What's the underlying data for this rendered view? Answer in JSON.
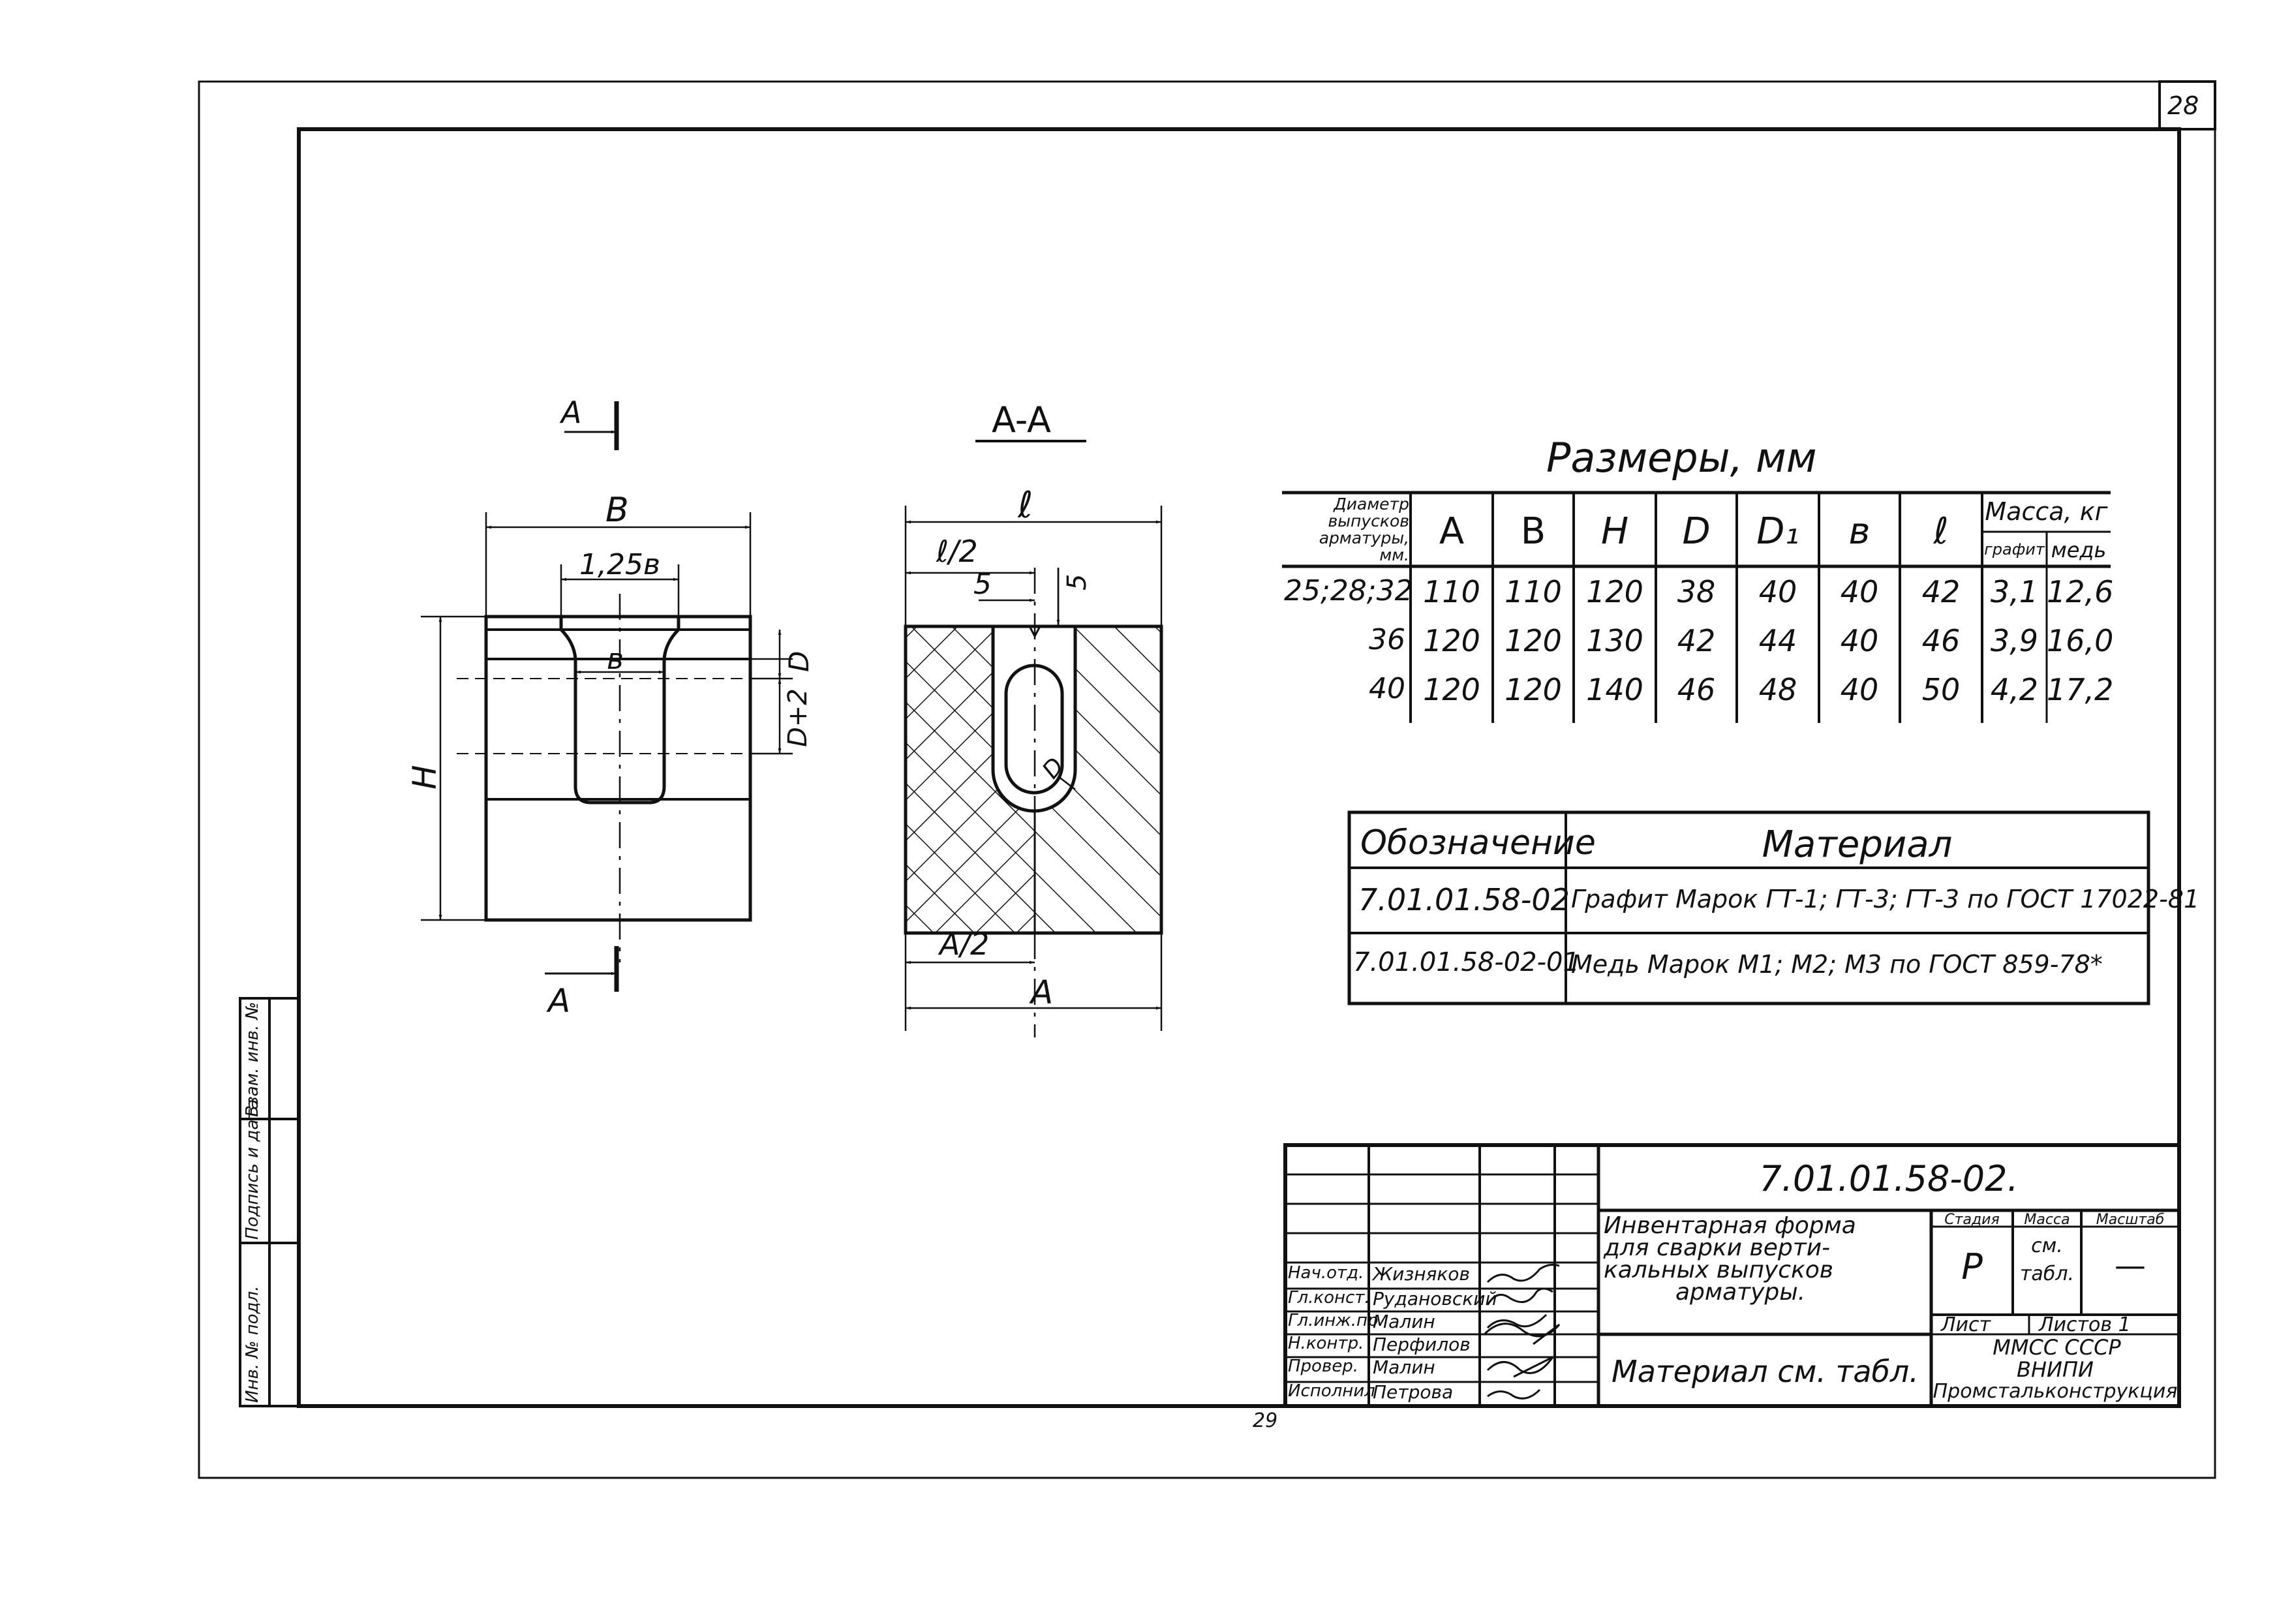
{
  "page": {
    "sheet_number_top": "28",
    "page_number_bottom": "29"
  },
  "views": {
    "front_view": {
      "section_mark_top": "A",
      "section_mark_bottom": "A",
      "dim_B": "B",
      "dim_125b": "1,25в",
      "dim_b": "в",
      "dim_H": "H",
      "dim_D": "D",
      "dim_D2": "D+2"
    },
    "section_view": {
      "title": "A-A",
      "dim_l": "ℓ",
      "dim_l2": "ℓ/2",
      "dim_5a": "5",
      "dim_5b": "5",
      "dim_D": "D",
      "dim_A2": "A/2",
      "dim_A": "A"
    }
  },
  "dimensions_table": {
    "title": "Размеры, мм",
    "diameter_header": [
      "Диаметр",
      "выпусков",
      "арматуры,",
      "мм."
    ],
    "columns": [
      "A",
      "B",
      "H",
      "D",
      "D₁",
      "в",
      "ℓ"
    ],
    "mass_header": "Масса, кг",
    "mass_sub": [
      "графит",
      "медь"
    ],
    "rows": [
      {
        "dia": "25;28;32",
        "A": "110",
        "B": "110",
        "H": "120",
        "D": "38",
        "D1": "40",
        "b": "40",
        "l": "42",
        "graphite": "3,1",
        "copper": "12,6"
      },
      {
        "dia": "36",
        "A": "120",
        "B": "120",
        "H": "130",
        "D": "42",
        "D1": "44",
        "b": "40",
        "l": "46",
        "graphite": "3,9",
        "copper": "16,0"
      },
      {
        "dia": "40",
        "A": "120",
        "B": "120",
        "H": "140",
        "D": "46",
        "D1": "48",
        "b": "40",
        "l": "50",
        "graphite": "4,2",
        "copper": "17,2"
      }
    ]
  },
  "materials_table": {
    "headers": [
      "Обозначение",
      "Материал"
    ],
    "rows": [
      {
        "code": "7.01.01.58-02",
        "material": "Графит Марок ГТ-1; ГТ-3; ГТ-3 по ГОСТ 17022-81"
      },
      {
        "code": "7.01.01.58-02-01",
        "material": "Медь Марок М1; М2; М3 по ГОСТ 859-78*"
      }
    ]
  },
  "side_strip": [
    "Инв. № подл.",
    "Подпись и дата",
    "Взам. инв. №"
  ],
  "title_block": {
    "designation": "7.01.01.58-02.",
    "title_lines": [
      "Инвентарная форма",
      "для сварки верти-",
      "кальных выпусков",
      "арматуры."
    ],
    "material": "Материал см. табл.",
    "stage_label": "Стадия",
    "mass_label": "Масса",
    "scale_label": "Масштаб",
    "stage": "Р",
    "mass_value": [
      "см.",
      "табл."
    ],
    "scale_value": "—",
    "sheet_label": "Лист",
    "sheets_label": "Листов 1",
    "org": [
      "ММСС СССР",
      "ВНИПИ",
      "Промстальконструкция"
    ],
    "signatures": [
      {
        "role": "Нач.отд.",
        "name": "Жизняков"
      },
      {
        "role": "Гл.конст.",
        "name": "Рудановский"
      },
      {
        "role": "Гл.инж.пр.",
        "name": "Малин"
      },
      {
        "role": "Н.контр.",
        "name": "Перфилов"
      },
      {
        "role": "Провер.",
        "name": "Малин"
      },
      {
        "role": "Исполнил",
        "name": "Петрова"
      }
    ]
  }
}
